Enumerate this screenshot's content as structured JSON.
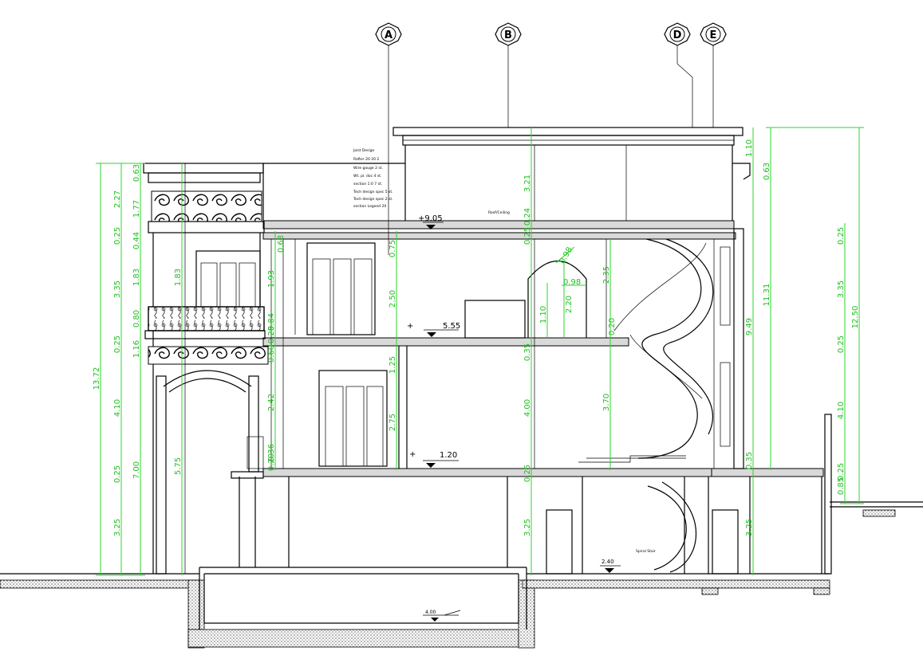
{
  "grid_axes": [
    "A",
    "B",
    "D",
    "E"
  ],
  "levels": {
    "roof": "+9.05",
    "second_floor": "5.55",
    "first_floor": "1.20",
    "ground": "2.40",
    "basement": "4.00"
  },
  "dims_left_outer": [
    "13.72"
  ],
  "dims_left_middle": [
    "7.00"
  ],
  "dims_left_chain": [
    "2.27",
    "0.25",
    "3.35",
    "0.25",
    "4.10",
    "0.25",
    "3.25"
  ],
  "dims_facade": [
    "0.63",
    "1.77",
    "0.44",
    "1.83",
    "0.80",
    "1.16",
    "5.75"
  ],
  "dims_facade_inner": [
    "1.83",
    "0.25",
    "0.60",
    "2.42",
    "0.36",
    "0.63"
  ],
  "dims_bay": [
    "1.93",
    "0.84",
    "0.25",
    "0.80",
    "0.20"
  ],
  "dims_center": [
    "0.75",
    "2.50",
    "1.25",
    "2.75"
  ],
  "dims_mid": [
    "3.21",
    "0.24",
    "0.25",
    "0.35",
    "4.00",
    "0.25",
    "3.25"
  ],
  "dims_stair": [
    "0.98",
    "0.98",
    "1.10",
    "2.20",
    "2.35",
    "0.20",
    "3.70"
  ],
  "dims_right": [
    "1.10",
    "0.63",
    "11.31",
    "9.49",
    "0.35",
    "3.25"
  ],
  "dims_far_right": [
    "0.25",
    "3.35",
    "12.50",
    "0.25",
    "4.10",
    "0.85",
    "0.25"
  ],
  "notes": {
    "roof_notes": [
      "Joist Design",
      "Rafter 20 20 2",
      "Wire gauge 2 st.",
      "Wt. pl. doc 4 st.",
      "section 1:0 7 st.",
      "Tech design spec 5 st.",
      "Tech design spec 2 st.",
      "section Legend 20"
    ],
    "roof_label": "Roof/Ceiling",
    "stair_label": "Spiral Stair"
  },
  "colors": {
    "dimension": "#2bd42b",
    "lines": "#000000"
  }
}
